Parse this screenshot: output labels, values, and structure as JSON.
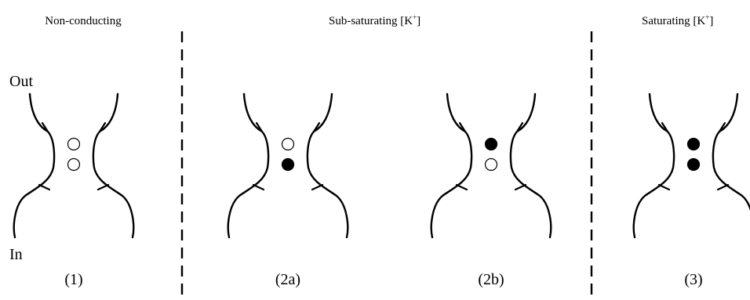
{
  "headers": {
    "non_conducting": "Non-conducting",
    "sub_saturating_prefix": "Sub-saturating [K",
    "saturating_prefix": "Saturating [K",
    "sup": "+",
    "bracket_close": "]"
  },
  "side_labels": {
    "out": "Out",
    "in": "In"
  },
  "states": [
    {
      "id": "1",
      "label": "(1)",
      "upper_site": "empty",
      "lower_site": "empty"
    },
    {
      "id": "2a",
      "label": "(2a)",
      "upper_site": "empty",
      "lower_site": "filled"
    },
    {
      "id": "2b",
      "label": "(2b)",
      "upper_site": "filled",
      "lower_site": "empty"
    },
    {
      "id": "3",
      "label": "(3)",
      "upper_site": "filled",
      "lower_site": "filled"
    }
  ],
  "colors": {
    "line": "#000000",
    "background": "#ffffff"
  }
}
